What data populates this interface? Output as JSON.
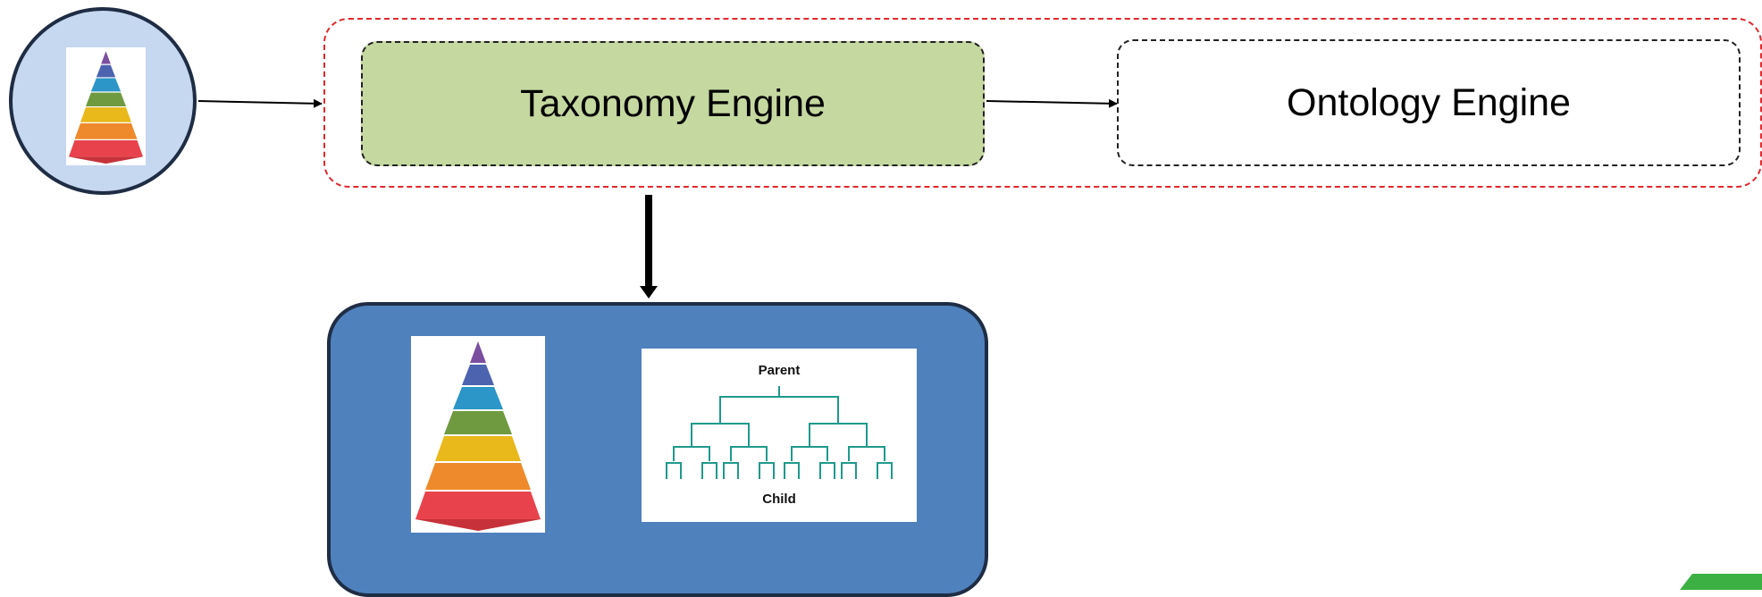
{
  "engines": {
    "taxonomy_label": "Taxonomy Engine",
    "ontology_label": "Ontology Engine"
  },
  "hierarchy": {
    "parent_label": "Parent",
    "child_label": "Child"
  },
  "colors": {
    "taxonomy_fill": "#c4d8a0",
    "panel_fill": "#4f81bd",
    "circle_fill": "#c6d8ef",
    "group_border": "#e0282e",
    "tree_stroke": "#1e9a8c",
    "accent_green": "#3cb043"
  },
  "icons": [
    "pyramid-icon",
    "hierarchy-tree-icon"
  ]
}
